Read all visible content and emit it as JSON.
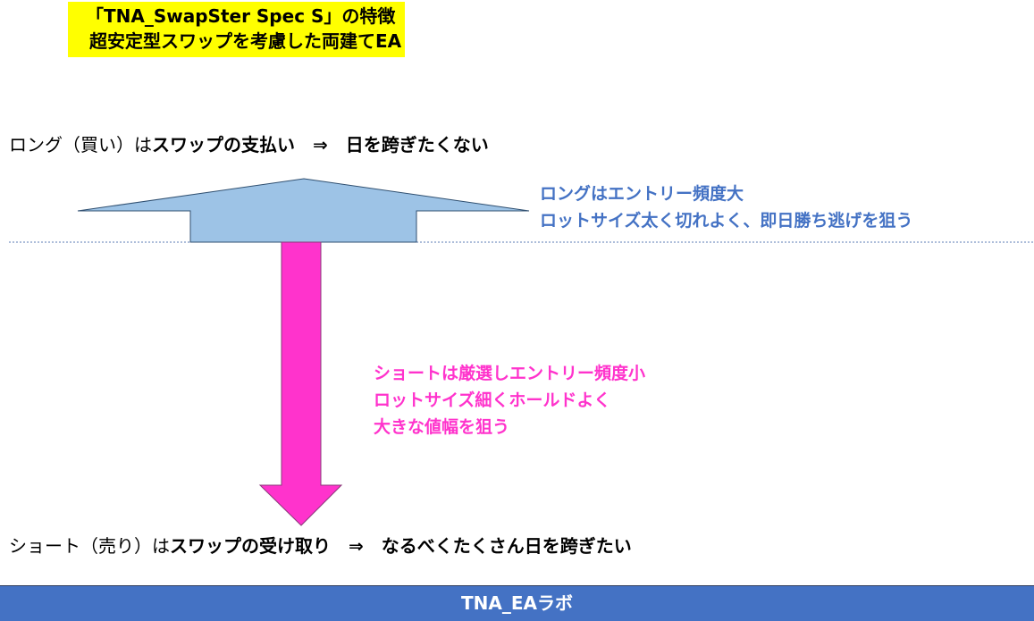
{
  "title": {
    "line1": "「TNA_SwapSter Spec S」の特徴",
    "line2": "超安定型スワップを考慮した両建てEA"
  },
  "long": {
    "prefix": "ロング（買い）は",
    "bold": "スワップの支払い　⇒　日を跨ぎたくない"
  },
  "short": {
    "prefix": "ショート（売り）は",
    "bold": "スワップの受け取り　⇒　なるべくたくさん日を跨ぎたい"
  },
  "long_notes": [
    "ロングはエントリー頻度大",
    "ロットサイズ太く切れよく、即日勝ち逃げを狙う"
  ],
  "short_notes": [
    "ショートは厳選しエントリー頻度小",
    "ロットサイズ細くホールドよく",
    "大きな値幅を狙う"
  ],
  "footer": "TNA_EAラボ",
  "colors": {
    "accent": "#4472c4",
    "highlight": "#ffff00",
    "short": "#ff33cc",
    "long_arrow": "#9dc3e6"
  }
}
